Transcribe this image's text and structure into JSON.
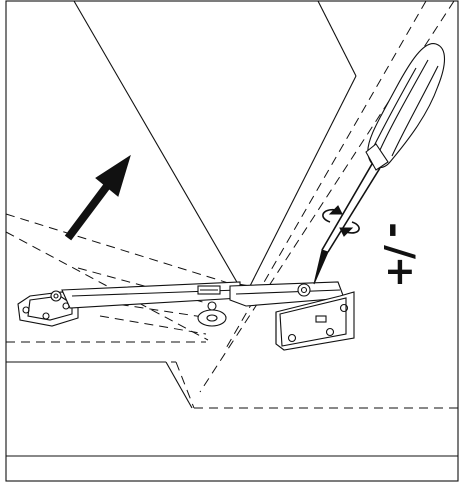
{
  "adjustment": {
    "plus_label": "+",
    "slash_label": "/",
    "minus_label": "-"
  },
  "icons": {
    "arrow": "open-direction-arrow",
    "rotation": "rotate-screw-arrows",
    "tool": "screwdriver"
  }
}
